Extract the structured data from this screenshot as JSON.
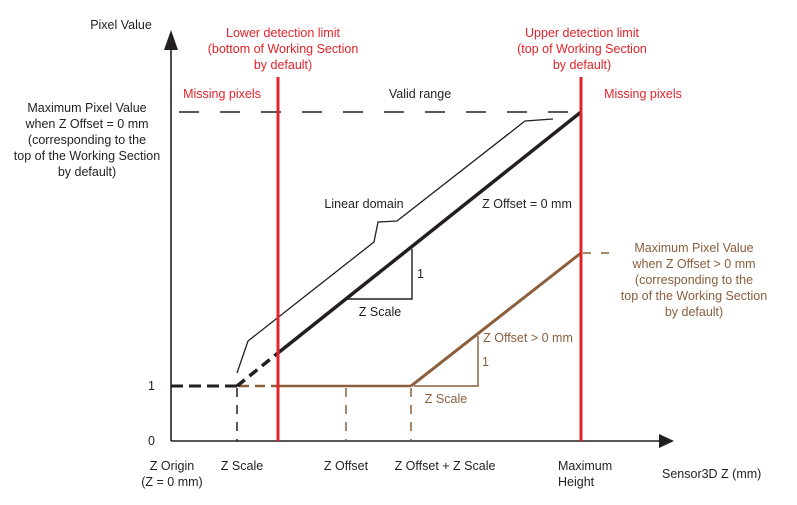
{
  "colors": {
    "axis": "#231f20",
    "limit": "#e2232a",
    "offset_curve": "#8b5e3c"
  },
  "axes": {
    "y_label": "Pixel Value",
    "x_label": "Sensor3D Z (mm)",
    "y_ticks": [
      "1",
      "0"
    ],
    "x_ticks": [
      {
        "line1": "Z Origin",
        "line2": "(Z = 0 mm)"
      },
      {
        "line1": "Z Scale",
        "line2": ""
      },
      {
        "line1": "Z Offset",
        "line2": ""
      },
      {
        "line1": "Z Offset + Z Scale",
        "line2": ""
      },
      {
        "line1": "Maximum",
        "line2": "Height"
      }
    ]
  },
  "limits": {
    "lower": {
      "l1": "Lower detection limit",
      "l2": "(bottom of Working Section",
      "l3": "by default)"
    },
    "upper": {
      "l1": "Upper detection limit",
      "l2": "(top of Working Section",
      "l3": "by default)"
    }
  },
  "regions": {
    "missing_left": "Missing pixels",
    "valid": "Valid range",
    "missing_right": "Missing pixels"
  },
  "annotations": {
    "max_zero": {
      "l1": "Maximum Pixel Value",
      "l2": "when Z Offset = 0 mm",
      "l3": "(corresponding to the",
      "l4": "top of the Working Section",
      "l5": "by default)"
    },
    "max_pos": {
      "l1": "Maximum Pixel Value",
      "l2": "when Z Offset > 0 mm",
      "l3": "(corresponding to the",
      "l4": "top of the Working Section",
      "l5": "by default)"
    },
    "linear_domain": "Linear domain",
    "curve_zero": "Z Offset = 0 mm",
    "curve_pos": "Z Offset > 0 mm",
    "slope_rise_black": "1",
    "slope_run_black": "Z Scale",
    "slope_rise_brown": "1",
    "slope_run_brown": "Z Scale"
  }
}
